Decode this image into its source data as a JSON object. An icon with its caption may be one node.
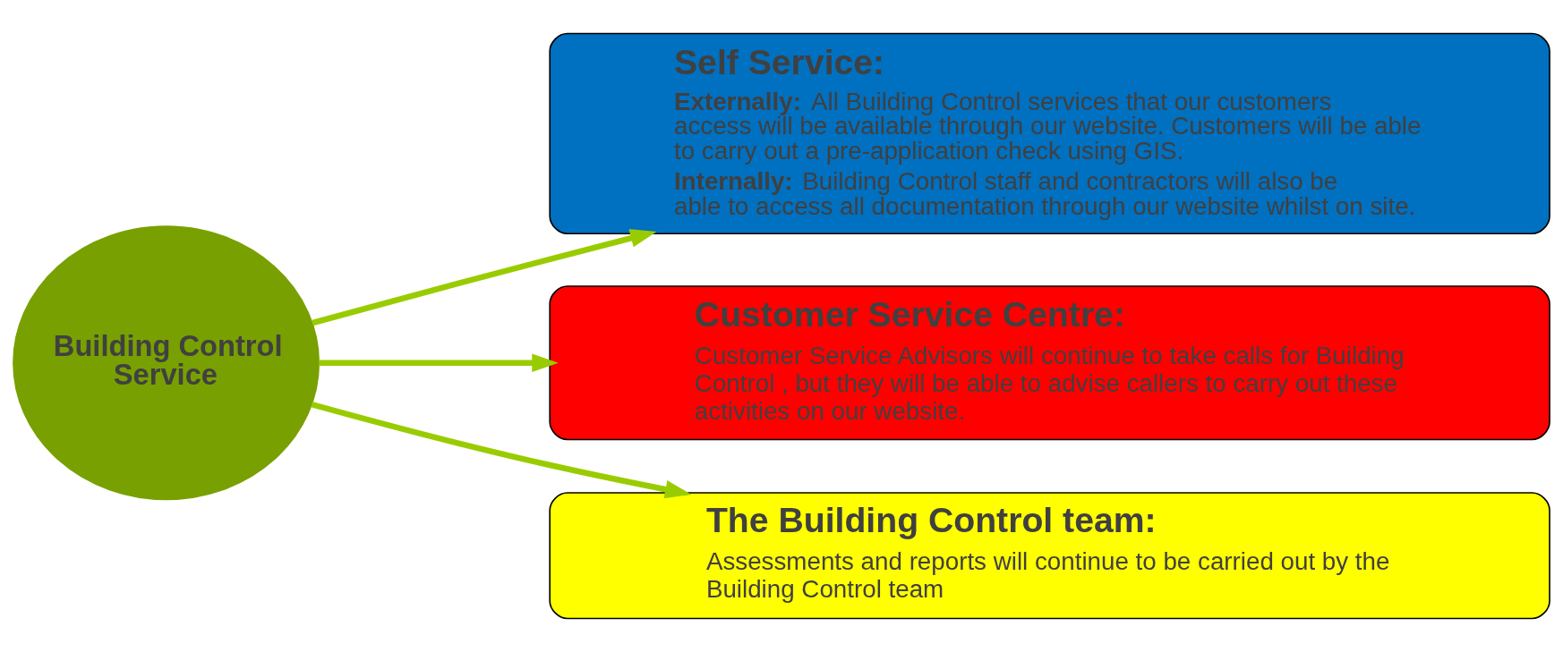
{
  "diagram": {
    "nodes": [
      {
        "text": [
          "Building Control Service"
        ]
      },
      {
        "text": [
          "Self Service:",
          "**Externally:** All Building Control services that our customers access will be available through our website. Customers will be able to carry out a pre-application check using GIS.",
          "**Internally:** Building Control staff and contractors will also be able to access all documentation through our website whilst on site."
        ]
      },
      {
        "text": [
          "Customer Service Centre:",
          "Customer Service Advisors will continue to take calls for Building Control , but they will be able to advise callers to carry out these activities on our website."
        ]
      },
      {
        "text": [
          "The Building Control team:",
          "Assessments and reports will continue to be carried out by the Building Control team"
        ]
      }
    ],
    "edges": [
      {
        "from": 0,
        "to": 1,
        "arrow": "to"
      },
      {
        "from": 0,
        "to": 2,
        "arrow": "to"
      },
      {
        "from": 0,
        "to": 3,
        "arrow": "to"
      }
    ]
  }
}
